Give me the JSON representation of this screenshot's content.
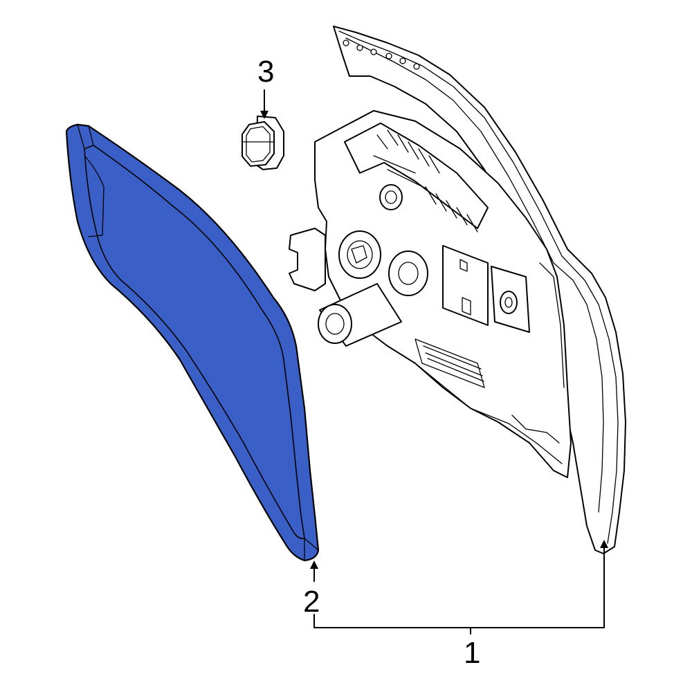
{
  "callouts": {
    "part_1": "1",
    "part_2": "2",
    "part_3": "3"
  },
  "colors": {
    "highlight": "#3a5fc6",
    "line": "#000000",
    "background": "#ffffff"
  }
}
